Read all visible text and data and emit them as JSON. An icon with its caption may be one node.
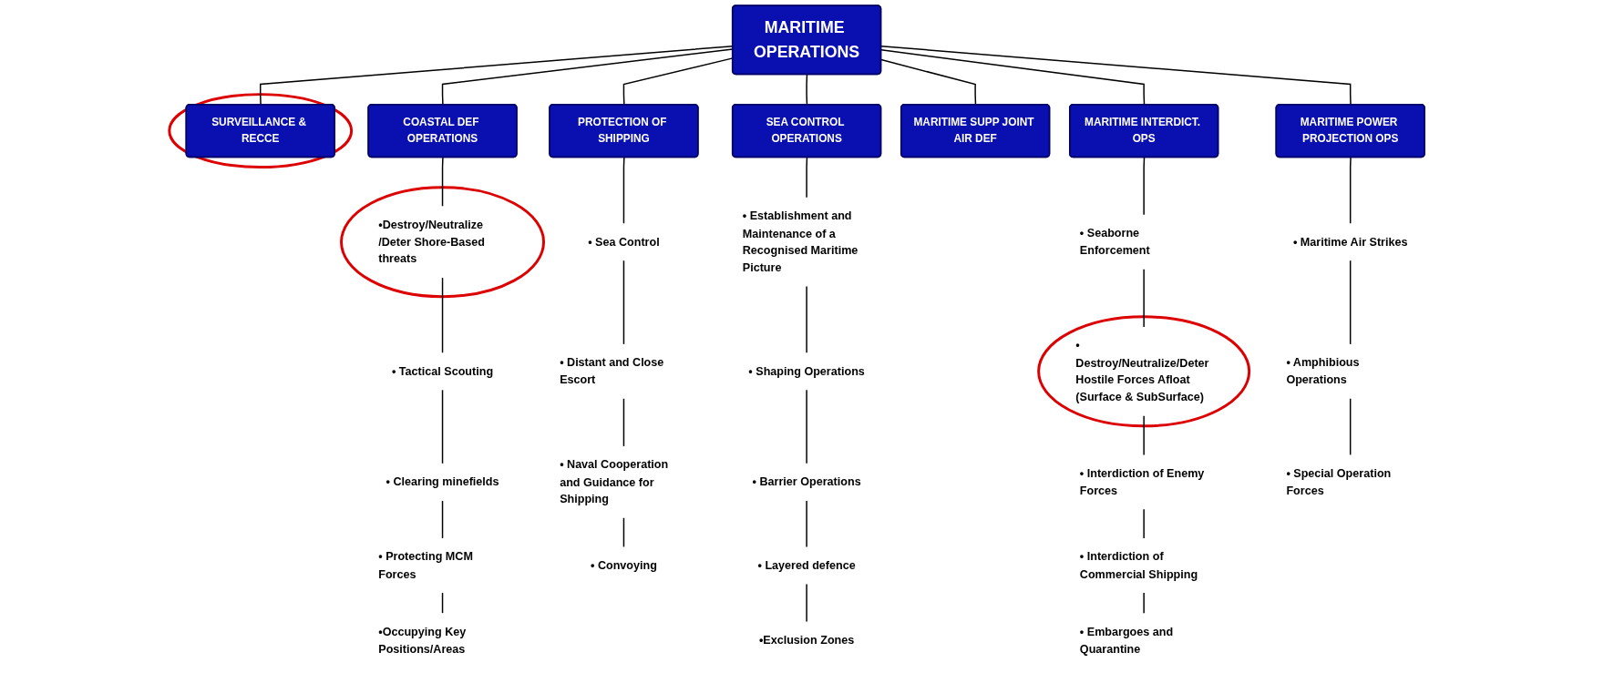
{
  "diagram": {
    "nodes": [
      {
        "text": [
          "MARITIME OPERATIONS"
        ]
      },
      {
        "text": [],
        "shape": "ellipse"
      },
      {
        "text": [
          "SURVEILLANCE & RECCE"
        ],
        "in": 1
      },
      {
        "text": [
          "COASTAL DEF OPERATIONS"
        ]
      },
      {
        "text": [
          "PROTECTION OF SHIPPING"
        ]
      },
      {
        "text": [
          "SEA CONTROL OPERATIONS"
        ]
      },
      {
        "text": [
          "MARITIME INTERDICT. OPS"
        ]
      },
      {
        "text": [
          "MARITIME POWER PROJECTION OPS"
        ]
      },
      {
        "text": [
          "MARITIME SUPP JOINT AIR DEF"
        ]
      },
      {
        "text": [],
        "shape": "ellipse"
      },
      {
        "text": [
          "•Destroy/Neutralize /Deter Shore-Based threats"
        ],
        "in": 9
      },
      {
        "text": [
          "• Tactical Scouting"
        ]
      },
      {
        "text": [
          "• Clearing minefields"
        ]
      },
      {
        "text": [
          "• Protecting MCM Forces"
        ]
      },
      {
        "text": [
          "•Occupying Key Positions/Areas"
        ]
      },
      {
        "text": [
          "• Sea Control"
        ]
      },
      {
        "text": [
          "• Distant and Close Escort"
        ]
      },
      {
        "text": [
          "• Naval Cooperation and Guidance for Shipping"
        ]
      },
      {
        "text": [
          "• Convoying"
        ]
      },
      {
        "text": [
          "• Establishment and Maintenance of a Recognised Maritime Picture"
        ]
      },
      {
        "text": [
          "• Shaping Operations"
        ]
      },
      {
        "text": [
          "• Barrier Operations"
        ]
      },
      {
        "text": [
          "• Layered defence"
        ]
      },
      {
        "text": [
          "•Exclusion Zones"
        ]
      },
      {
        "text": [
          "• Seaborne Enforcement"
        ]
      },
      {
        "text": [],
        "shape": "ellipse"
      },
      {
        "text": [
          "• Destroy/Neutralize/Deter Hostile Forces Afloat (Surface & SubSurface)"
        ],
        "in": 25
      },
      {
        "text": [
          "• Interdiction of Enemy Forces"
        ]
      },
      {
        "text": [
          "• Interdiction of Commercial Shipping"
        ]
      },
      {
        "text": [
          "• Embargoes and Quarantine"
        ]
      },
      {
        "text": [
          "• Maritime Air Strikes"
        ]
      },
      {
        "text": [
          "• Amphibious Operations"
        ]
      },
      {
        "text": [
          "• Special Operation Forces"
        ]
      }
    ],
    "edges": [
      {
        "from": 0,
        "to": 2,
        "arrow": "none"
      },
      {
        "from": 0,
        "to": 3,
        "arrow": "none"
      },
      {
        "from": 0,
        "to": 4,
        "arrow": "none"
      },
      {
        "from": 0,
        "to": 5,
        "arrow": "none"
      },
      {
        "from": 0,
        "to": 6,
        "arrow": "none"
      },
      {
        "from": 0,
        "to": 7,
        "arrow": "none"
      },
      {
        "from": 0,
        "to": 8,
        "arrow": "none"
      },
      {
        "from": 3,
        "to": 10,
        "arrow": "none"
      },
      {
        "from": 10,
        "to": 11,
        "arrow": "none"
      },
      {
        "from": 11,
        "to": 12,
        "arrow": "none"
      },
      {
        "from": 12,
        "to": 13,
        "arrow": "none"
      },
      {
        "from": 13,
        "to": 14,
        "arrow": "none"
      },
      {
        "from": 4,
        "to": 15,
        "arrow": "none"
      },
      {
        "from": 15,
        "to": 16,
        "arrow": "none"
      },
      {
        "from": 16,
        "to": 17,
        "arrow": "none"
      },
      {
        "from": 17,
        "to": 18,
        "arrow": "none"
      },
      {
        "from": 5,
        "to": 19,
        "arrow": "none"
      },
      {
        "from": 19,
        "to": 20,
        "arrow": "none"
      },
      {
        "from": 20,
        "to": 21,
        "arrow": "none"
      },
      {
        "from": 21,
        "to": 22,
        "arrow": "none"
      },
      {
        "from": 22,
        "to": 23,
        "arrow": "none"
      },
      {
        "from": 6,
        "to": 24,
        "arrow": "none"
      },
      {
        "from": 24,
        "to": 26,
        "arrow": "none"
      },
      {
        "from": 26,
        "to": 27,
        "arrow": "none"
      },
      {
        "from": 27,
        "to": 28,
        "arrow": "none"
      },
      {
        "from": 28,
        "to": 29,
        "arrow": "none"
      },
      {
        "from": 7,
        "to": 30,
        "arrow": "none"
      },
      {
        "from": 30,
        "to": 31,
        "arrow": "none"
      },
      {
        "from": 31,
        "to": 32,
        "arrow": "none"
      }
    ]
  }
}
